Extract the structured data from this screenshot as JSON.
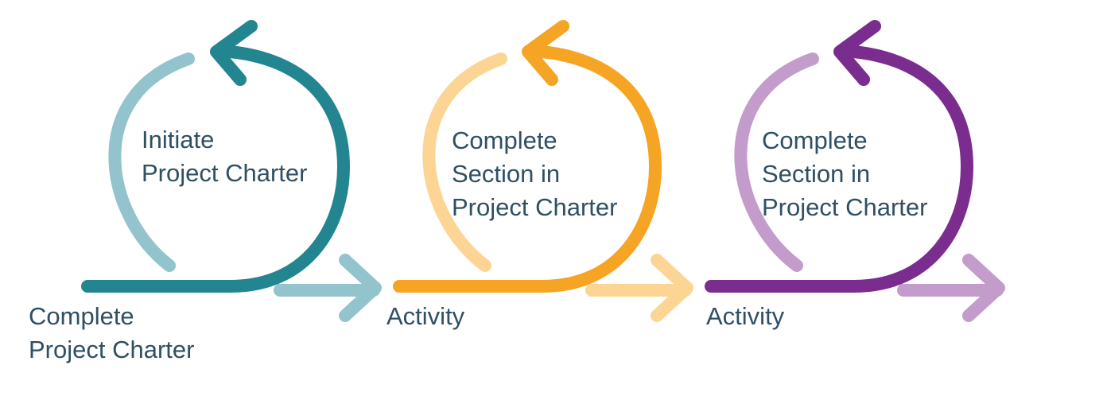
{
  "cycles": [
    {
      "label_lines": [
        "Initiate",
        "Project Charter"
      ],
      "color_dark": "#238590",
      "color_light": "#93c4cd"
    },
    {
      "label_lines": [
        "Complete",
        "Section in",
        "Project Charter"
      ],
      "color_dark": "#f6a423",
      "color_light": "#fcd595"
    },
    {
      "label_lines": [
        "Complete",
        "Section in",
        "Project Charter"
      ],
      "color_dark": "#7a2c8f",
      "color_light": "#c39ccb"
    }
  ],
  "bottom_labels": [
    {
      "lines": [
        "Complete",
        "Project Charter"
      ]
    },
    {
      "lines": [
        "Activity"
      ]
    },
    {
      "lines": [
        "Activity"
      ]
    }
  ],
  "text_color": "#2f4f63"
}
